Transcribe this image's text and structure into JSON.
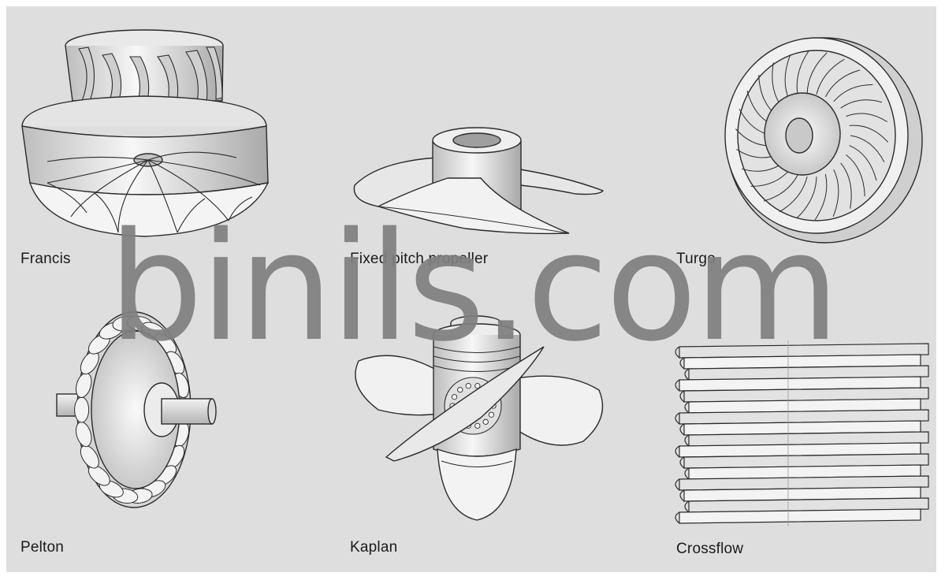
{
  "turbines": [
    {
      "id": "francis",
      "label": "Francis"
    },
    {
      "id": "fixed-pitch-propeller",
      "label": "Fixed pitch propeller"
    },
    {
      "id": "turgo",
      "label": "Turgo"
    },
    {
      "id": "pelton",
      "label": "Pelton"
    },
    {
      "id": "kaplan",
      "label": "Kaplan"
    },
    {
      "id": "crossflow",
      "label": "Crossflow"
    }
  ],
  "watermark": {
    "text": "binils.com"
  },
  "colors": {
    "background": "#dedede",
    "line": "#2b2b2b",
    "fill": "#f4f4f4",
    "shade": "#bdbdbd",
    "watermark": "#7f7f7f"
  },
  "icons": [
    "francis-runner-icon",
    "propeller-runner-icon",
    "turgo-runner-icon",
    "pelton-wheel-icon",
    "kaplan-runner-icon",
    "crossflow-runner-icon"
  ]
}
